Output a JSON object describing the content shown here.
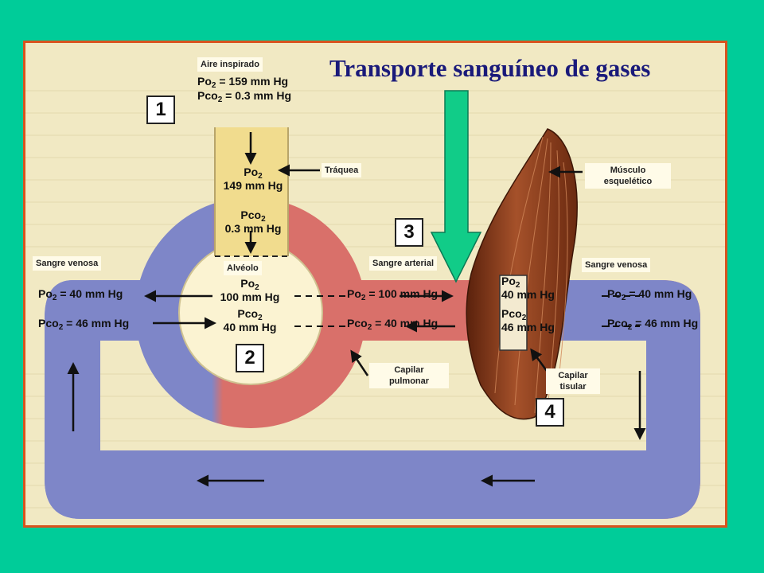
{
  "title": "Transporte sanguíneo de gases",
  "labels": {
    "aire": "Aire inspirado",
    "traquea": "Tráquea",
    "musculo_1": "Músculo",
    "musculo_2": "esquelético",
    "sangre_venosa": "Sangre venosa",
    "sangre_arterial": "Sangre arterial",
    "alveolo": "Alvéolo",
    "capilar_pulmonar_1": "Capilar",
    "capilar_pulmonar_2": "pulmonar",
    "capilar_tisular_1": "Capilar",
    "capilar_tisular_2": "tisular"
  },
  "gas_symbols": {
    "po2": "Po",
    "pco2": "Pco",
    "sub": "2"
  },
  "values": {
    "aire_po2": "= 159 mm Hg",
    "aire_pco2": "= 0.3 mm Hg",
    "traquea_po2": "149 mm Hg",
    "traquea_pco2": "0.3 mm Hg",
    "alveolo_po2": "100 mm Hg",
    "alveolo_pco2": "40 mm Hg",
    "venosa_izq_po2": "= 40 mm Hg",
    "venosa_izq_pco2": "= 46 mm Hg",
    "arterial_po2": "= 100 mm Hg",
    "arterial_pco2": "= 40 mm Hg",
    "tejido_po2": "40 mm Hg",
    "tejido_pco2": "46 mm Hg",
    "venosa_der_po2": "= 40 mm Hg",
    "venosa_der_pco2": "= 46 mm Hg"
  },
  "steps": [
    "1",
    "2",
    "3",
    "4"
  ],
  "colors": {
    "background": "#00cc99",
    "frame_border": "#d9531e",
    "paper": "#f1e9c3",
    "venous_blue": "#7e86c8",
    "arterial_red": "#d9706a",
    "trachea_tan": "#f1dc8e",
    "alveolus_cream": "#fbf3d2",
    "muscle_brown": "#8e3c1a",
    "title_navy": "#1a1a7a",
    "big_arrow_green": "#11cc88"
  }
}
